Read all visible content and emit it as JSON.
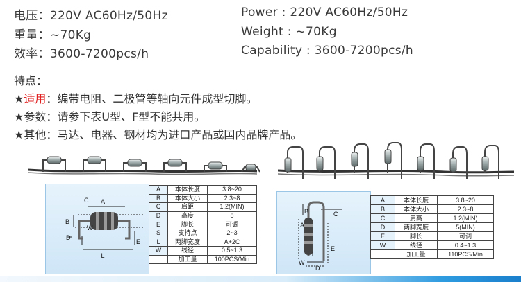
{
  "specs_cn": [
    {
      "label": "电压",
      "value": "220V AC60Hz/50Hz"
    },
    {
      "label": "重量",
      "value": "~70Kg"
    },
    {
      "label": "效率",
      "value": "3600-7200pcs/h"
    }
  ],
  "specs_en": [
    {
      "label": "Power",
      "value": "220V AC60Hz/50Hz"
    },
    {
      "label": "Weight",
      "value": "~70Kg"
    },
    {
      "label": "Capability",
      "value": "3600-7200pcs/h"
    }
  ],
  "features": {
    "title": "特点：",
    "items": [
      {
        "star": "★",
        "key": "适用",
        "sep": "：",
        "text": "编带电阻、二极管等轴向元件成型切脚。"
      },
      {
        "star": "★",
        "key": "参数",
        "sep": "：",
        "text": "请参下表U型、F型不能共用。"
      },
      {
        "star": "★",
        "key": "其他",
        "sep": "：",
        "text": "马达、电器、钢材均为进口产品或国内品牌产品。"
      }
    ]
  },
  "u_table": {
    "rows": [
      {
        "code": "A",
        "name": "本体长度",
        "value": "3.8~20"
      },
      {
        "code": "B",
        "name": "本体大小",
        "value": "2.3~8"
      },
      {
        "code": "C",
        "name": "肩距",
        "value": "1.2(MIN)"
      },
      {
        "code": "D",
        "name": "高度",
        "value": "8"
      },
      {
        "code": "E",
        "name": "脚长",
        "value": "可调"
      },
      {
        "code": "S",
        "name": "支持点",
        "value": "2~3"
      },
      {
        "code": "L",
        "name": "两脚宽度",
        "value": "A+2C"
      },
      {
        "code": "W",
        "name": "线径",
        "value": "0.5~1.3"
      }
    ],
    "footer": {
      "name": "加工量",
      "value": "100PCS/Min"
    }
  },
  "f_table": {
    "rows": [
      {
        "code": "A",
        "name": "本体长度",
        "value": "3.8~20"
      },
      {
        "code": "B",
        "name": "本体大小",
        "value": "2.3~8"
      },
      {
        "code": "C",
        "name": "肩高",
        "value": "1.2(MIN)"
      },
      {
        "code": "D",
        "name": "两脚宽度",
        "value": "5(MIN)"
      },
      {
        "code": "E",
        "name": "脚长",
        "value": "可调"
      },
      {
        "code": "W",
        "name": "线径",
        "value": "0.4~1.3"
      }
    ],
    "footer": {
      "name": "加工量",
      "value": "110PCS/Min"
    }
  },
  "u_diagram_labels": {
    "a": "A",
    "b": "B",
    "c": "C",
    "d": "D",
    "w": "W",
    "l": "L",
    "e": "E"
  },
  "f_diagram_labels": {
    "a": "A",
    "b": "B",
    "c": "C",
    "d": "D",
    "w": "W",
    "e": "E"
  },
  "colors": {
    "accent_red": "#e02020",
    "panel_blue": "#d6eaf8",
    "bar_blue": "#1a7fcc"
  }
}
